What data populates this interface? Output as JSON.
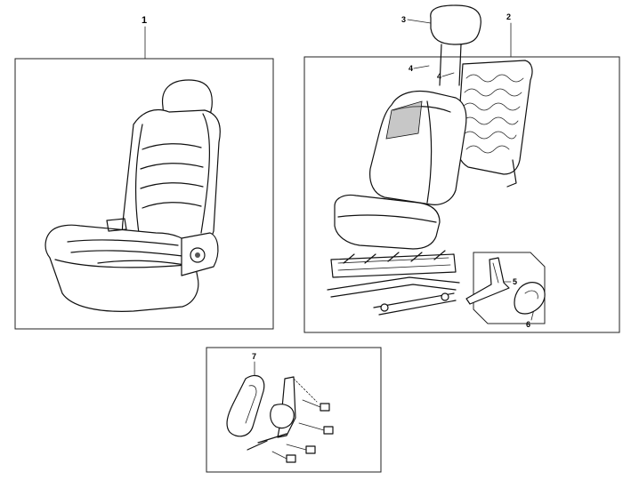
{
  "callouts": {
    "c1": "1",
    "c2": "2",
    "c3": "3",
    "c4a": "4",
    "c4b": "4",
    "c5": "5",
    "c6": "6",
    "c7": "7"
  },
  "icons": {
    "assembled_seat": "seat-assembly-icon",
    "exploded_seat": "seat-exploded-icon",
    "side_cover_bracket": "side-cover-bracket-icon"
  }
}
